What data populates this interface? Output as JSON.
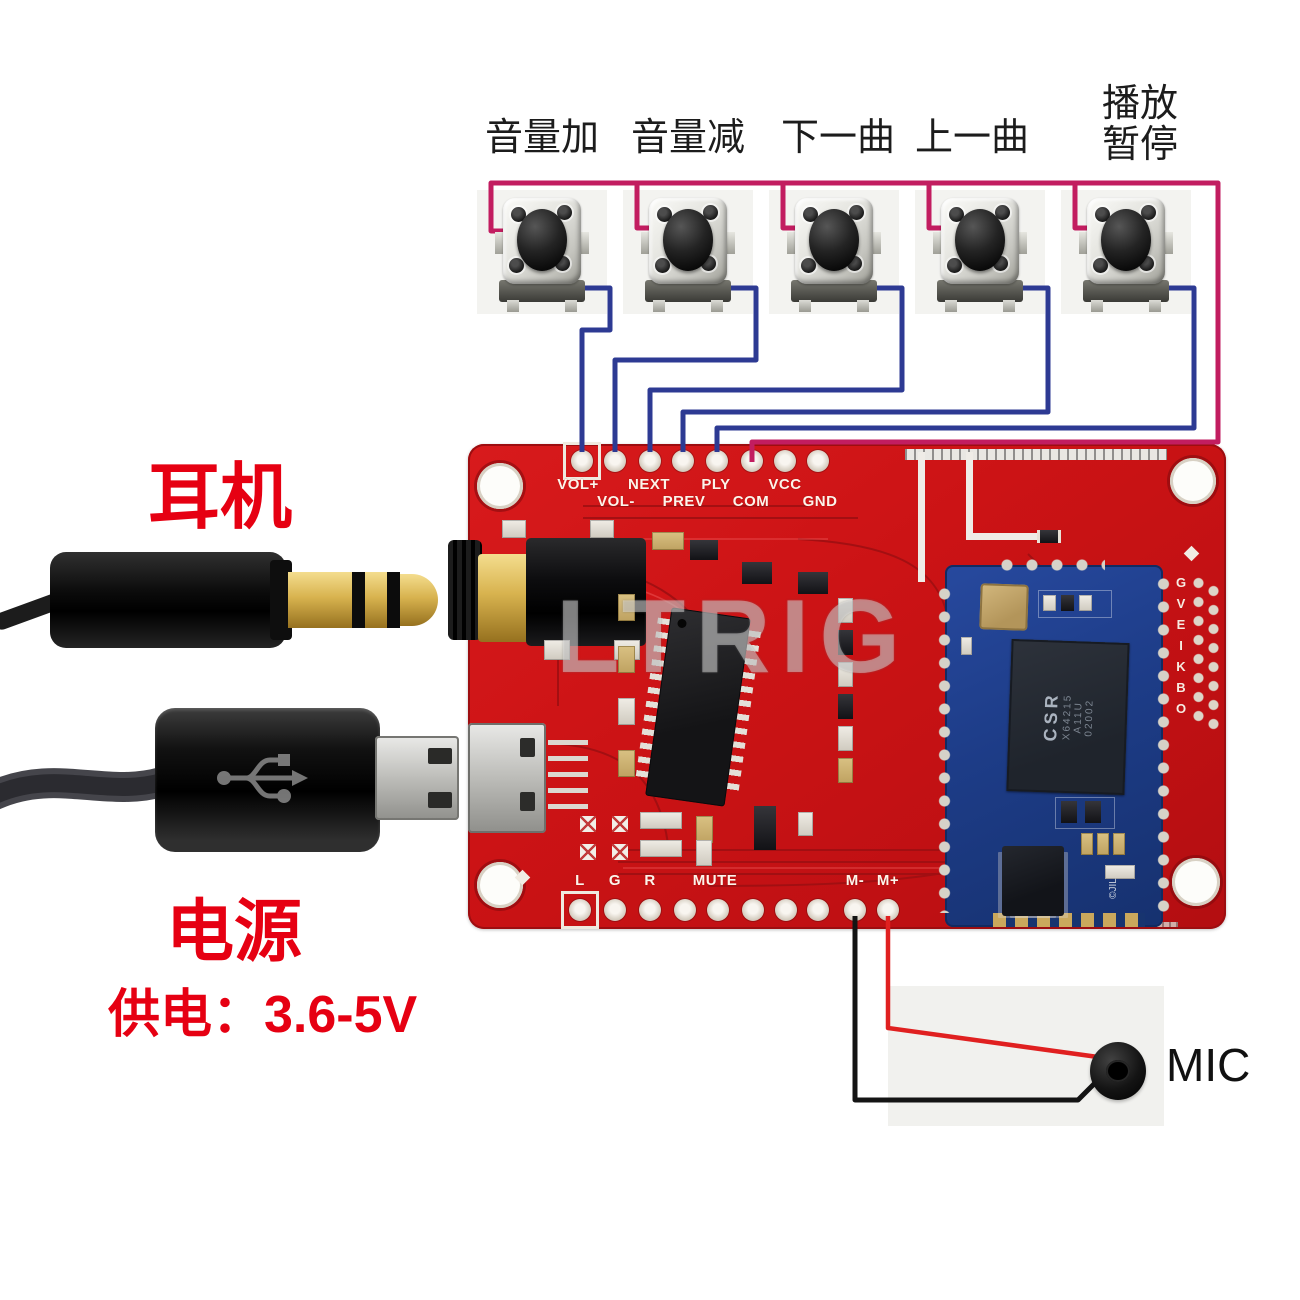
{
  "annotations": {
    "headphone_label": "耳机",
    "power_label": "电源",
    "power_supply_label": "供电：3.6-5V",
    "mic_label": "MIC",
    "watermark": "LTRIG"
  },
  "button_labels": [
    "音量加",
    "音量减",
    "下一曲",
    "上一曲",
    "播放暂停"
  ],
  "board": {
    "top_pins_upper": [
      "VOL+",
      "NEXT",
      "PLY",
      "VCC"
    ],
    "top_pins_lower": [
      "VOL-",
      "PREV",
      "COM",
      "GND"
    ],
    "bottom_pins": [
      "L",
      "G",
      "R",
      "MUTE",
      "M-",
      "M+"
    ],
    "side_pins_vertical": [
      "G",
      "V",
      "E",
      "I",
      "K",
      "B",
      "O"
    ],
    "bt_module": {
      "chip_brand": "CSR",
      "chip_model": "X64215",
      "chip_line2": "A11U",
      "chip_line3": "02002",
      "module_mark": "©JIL"
    }
  },
  "colors": {
    "board_red": "#cf1518",
    "module_blue": "#1f418d",
    "wire_blue": "#2d3a93",
    "wire_magenta": "#c21d60",
    "wire_red": "#e02020",
    "wire_black": "#141414",
    "annotation_red": "#e60012"
  }
}
